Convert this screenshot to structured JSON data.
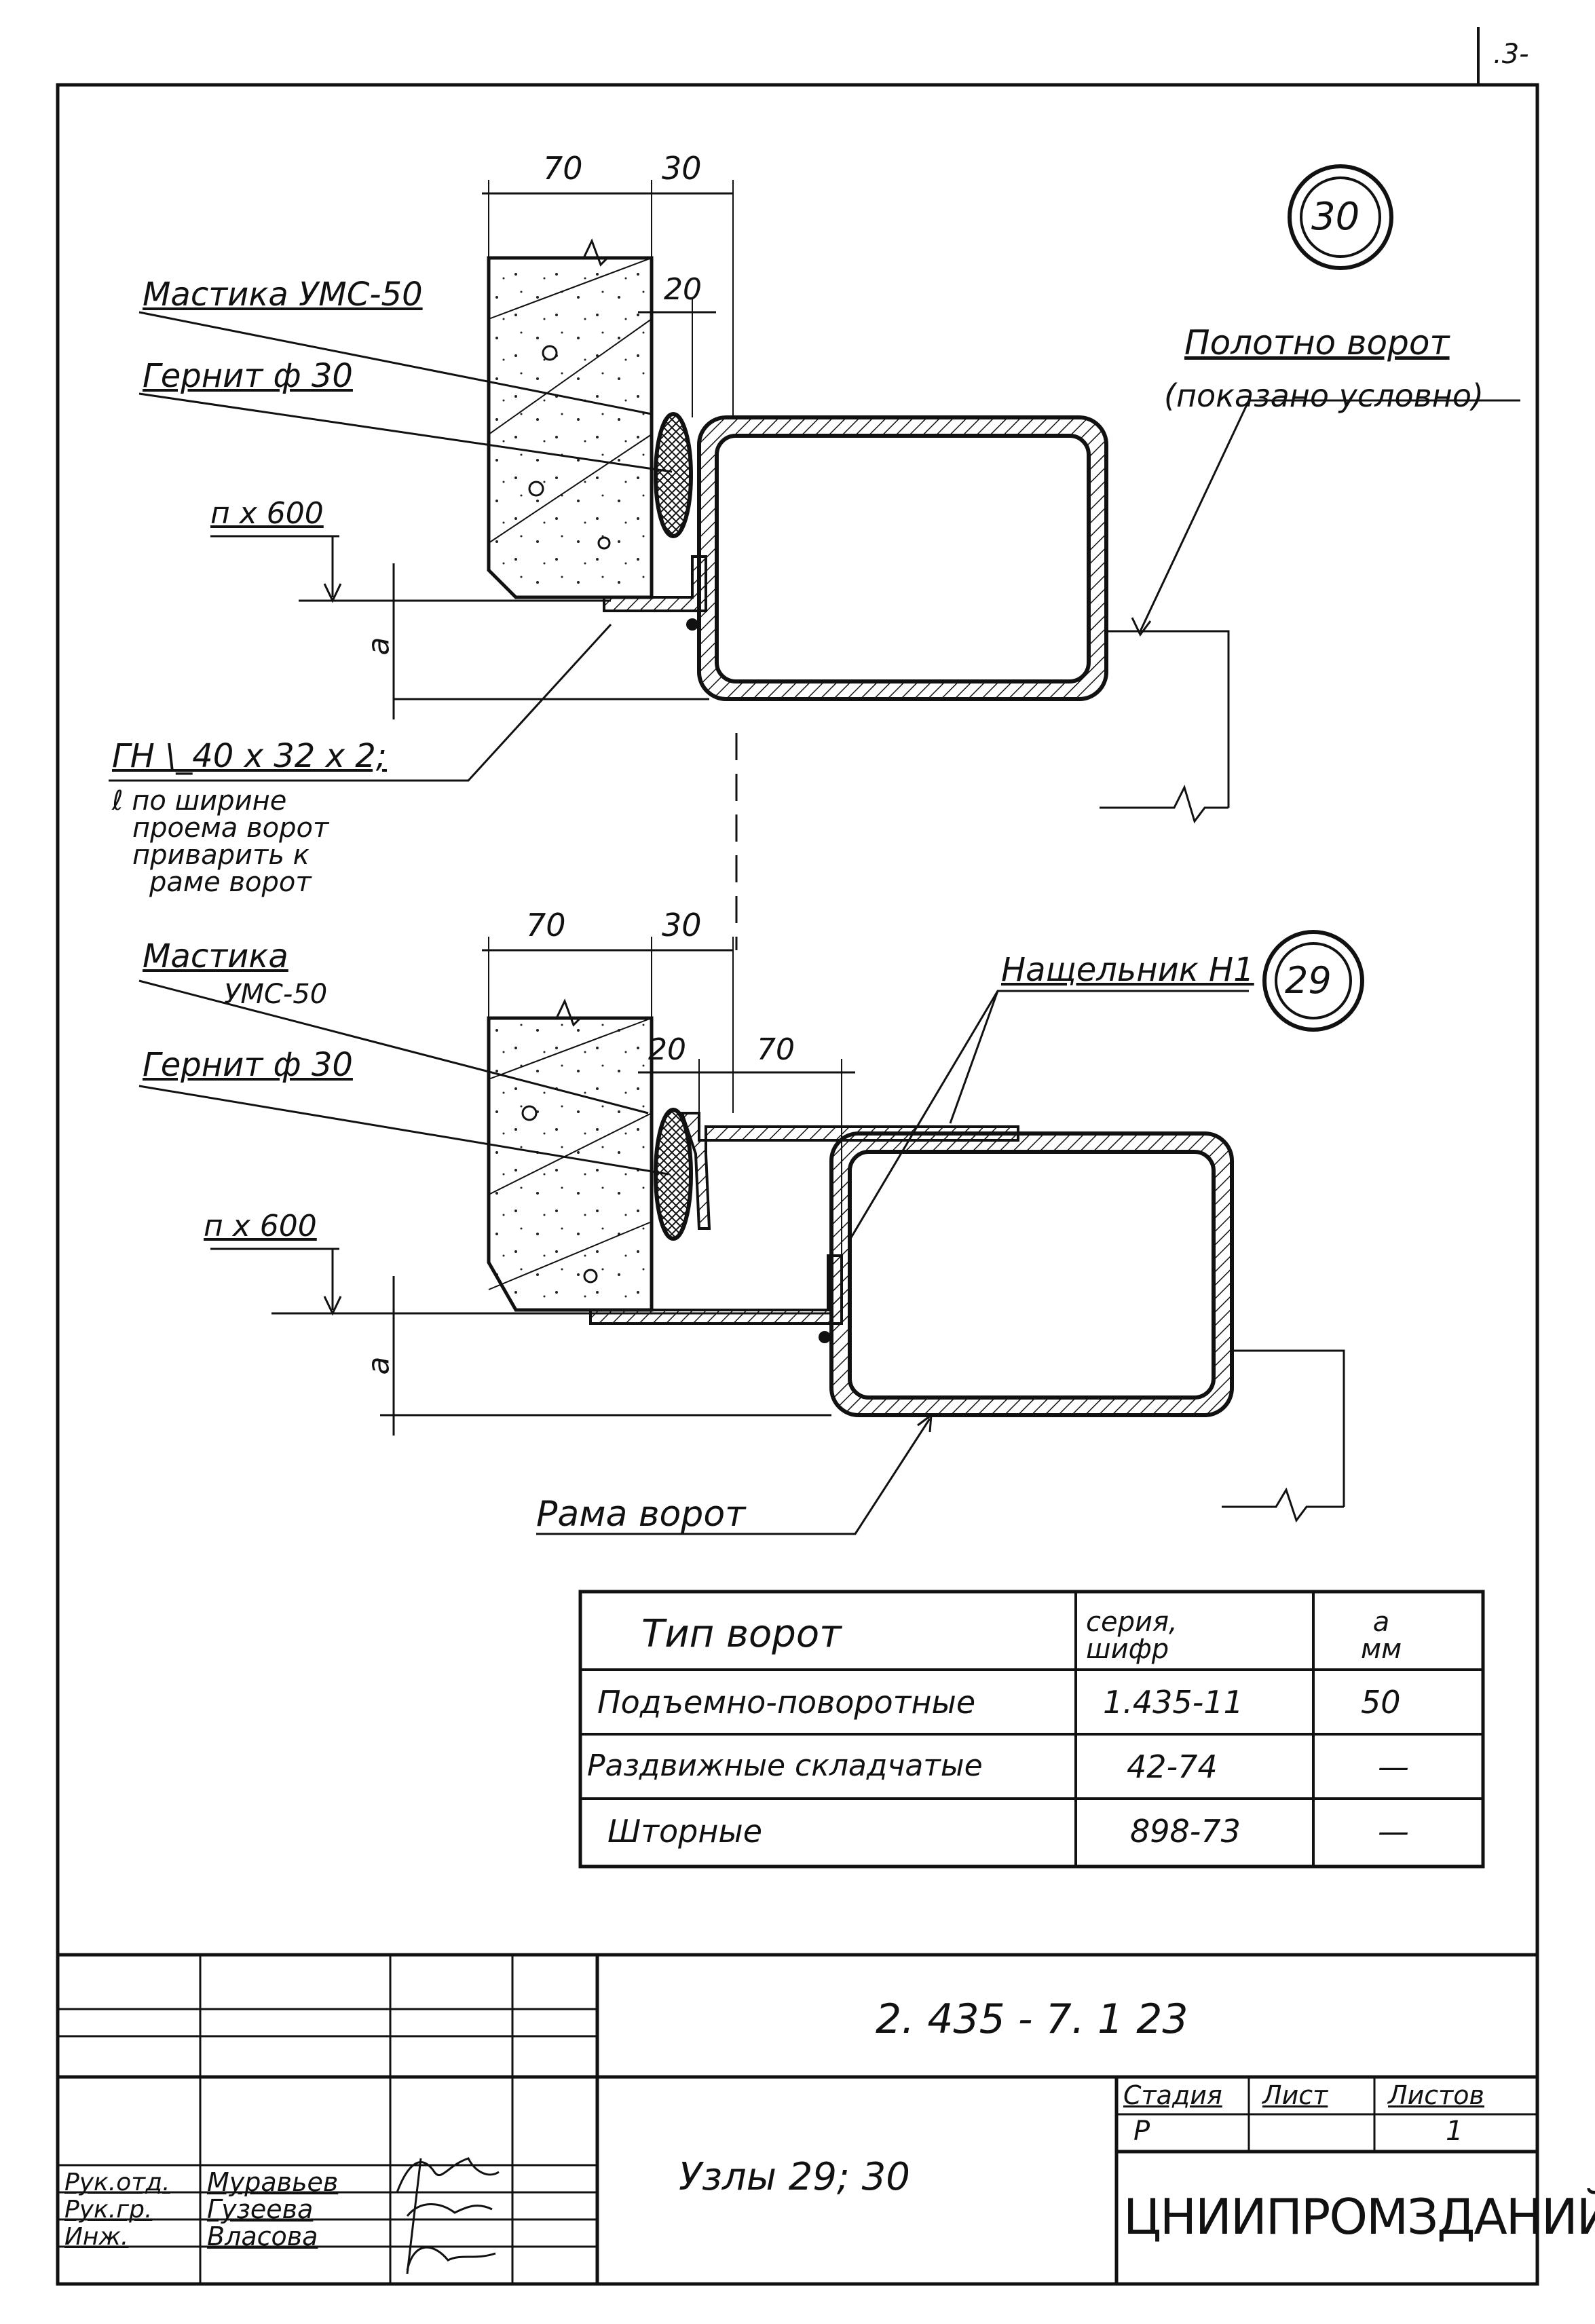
{
  "page_corner_mark": ".3-",
  "node30": {
    "badge": "30",
    "dim_70": "70",
    "dim_30": "30",
    "dim_20": "20",
    "mastic_label": "Мастика УМС-50",
    "gernit_label": "Гернит ф 30",
    "pitch_label": "п х 600",
    "a_label": "а",
    "angle_label": "ГН \\_40 х 32 х 2;",
    "angle_note": [
      "ℓ по ширине",
      "проема ворот",
      "приварить к",
      "раме ворот"
    ],
    "gate_leaf_label": "Полотно ворот",
    "gate_leaf_note": "(показано условно)"
  },
  "node29": {
    "badge": "29",
    "dim_70": "70",
    "dim_30": "30",
    "dim_20": "20",
    "dim_70b": "70",
    "mastic_label": "Мастика",
    "mastic_label2": "УМС-50",
    "gernit_label": "Гернит ф 30",
    "pitch_label": "п х 600",
    "a_label": "а",
    "nashchelnik_label": "Нащельник Н1",
    "frame_label": "Рама ворот"
  },
  "spec_table": {
    "headers": [
      "Тип ворот",
      "серия, шифр",
      "а мм"
    ],
    "rows": [
      [
        "Подъемно-поворотные",
        "1.435-11",
        "50"
      ],
      [
        "Раздвижные складчатые",
        "42-74",
        "—"
      ],
      [
        "Шторные",
        "898-73",
        "—"
      ]
    ]
  },
  "title_block": {
    "document_code": "2. 435 - 7. 1  23",
    "title": "Узлы 29; 30",
    "stage_header": "Стадия",
    "sheet_header": "Лист",
    "sheets_header": "Листов",
    "stage_value": "Р",
    "sheet_value": "",
    "sheets_value": "1",
    "organization": "ЦНИИПРОМЗДАНИЙ",
    "roles": [
      "Рук.отд.",
      "Рук.гр.",
      "Инж."
    ],
    "names": [
      "Муравьев",
      "Гузеева",
      "Власова"
    ]
  }
}
